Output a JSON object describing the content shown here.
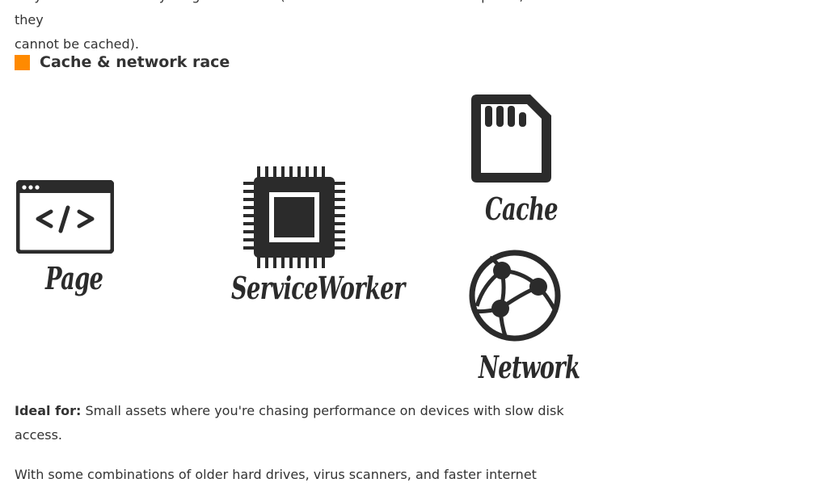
{
  "intro": {
    "line1": "only\" behaviour for anything not cached (which includes all non-GET requests, as they",
    "line2": "cannot be cached)."
  },
  "section": {
    "heading": "Cache & network race",
    "marker_color": "#ff8a00"
  },
  "diagram": {
    "nodes": {
      "page": {
        "label": "Page",
        "icon": "code-window-icon"
      },
      "serviceworker": {
        "label": "ServiceWorker",
        "icon": "chip-icon"
      },
      "cache": {
        "label": "Cache",
        "icon": "sd-card-icon"
      },
      "network": {
        "label": "Network",
        "icon": "globe-network-icon"
      }
    }
  },
  "ideal": {
    "lead": "Ideal for:",
    "text": " Small assets where you're chasing performance on devices with slow disk access."
  },
  "bottom": {
    "text": "With some combinations of older hard drives, virus scanners, and faster internet"
  }
}
